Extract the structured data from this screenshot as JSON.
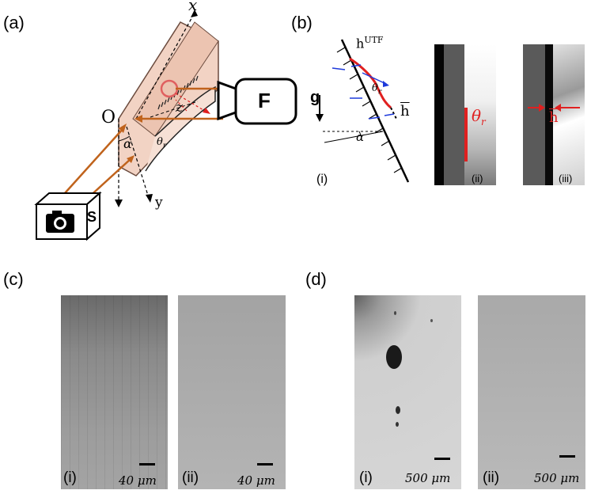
{
  "panels": {
    "a": {
      "label": "(a)",
      "axis_x": "x",
      "axis_y": "y",
      "axis_z": "z",
      "origin": "O",
      "alpha": "α",
      "theta": "θ",
      "theta_sub": "r",
      "camera_label": "S",
      "light_label": "F"
    },
    "b": {
      "label": "(b)",
      "g": "g",
      "h_utf": "h",
      "h_utf_sup": "UTF",
      "h_bar": "h",
      "theta": "θ",
      "theta_sub": "r",
      "alpha": "α",
      "sub_i": "(i)",
      "sub_ii": "(ii)",
      "sub_iii": "(iii)",
      "img_theta": "θ",
      "img_theta_sub": "r",
      "img_h": "h"
    },
    "c": {
      "label": "(c)",
      "sub_i": "(i)",
      "sub_ii": "(ii)",
      "scale_i": "40 μm",
      "scale_ii": "40 μm"
    },
    "d": {
      "label": "(d)",
      "sub_i": "(i)",
      "sub_ii": "(ii)",
      "scale_i": "500 μm",
      "scale_ii": "500 μm"
    }
  },
  "colors": {
    "beam": "#c0631c",
    "plate": "#f2d3c4",
    "plate_edge": "#6b4b3e",
    "film_red": "#e02020",
    "arrow_blue": "#1e3adb"
  }
}
